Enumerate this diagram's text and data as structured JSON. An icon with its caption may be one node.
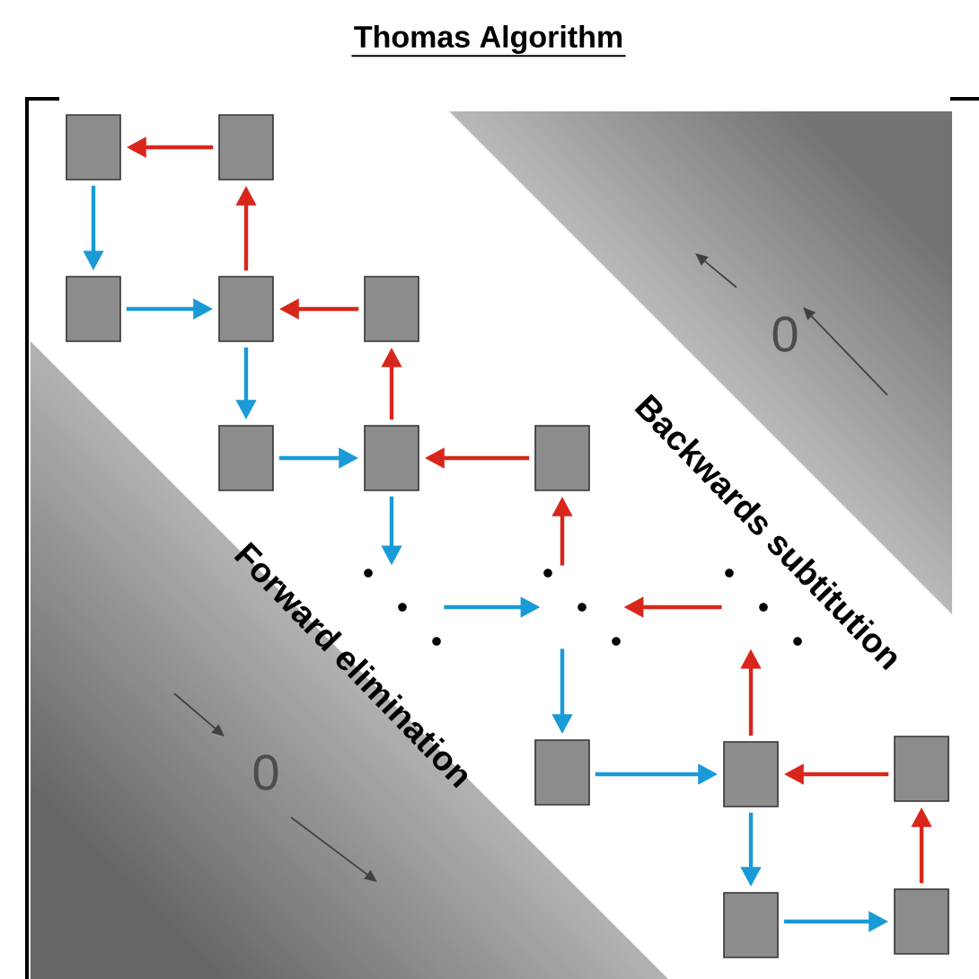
{
  "diagram": {
    "title": "Thomas Algorithm",
    "nodes": [
      {
        "text": [],
        "shape": "box"
      },
      {
        "text": [],
        "shape": "box"
      },
      {
        "text": [],
        "shape": "box"
      },
      {
        "text": [],
        "shape": "box"
      },
      {
        "text": [],
        "shape": "box"
      },
      {
        "text": [],
        "shape": "box"
      },
      {
        "text": [],
        "shape": "box"
      },
      {
        "text": [],
        "shape": "box"
      },
      {
        "text": [],
        "shape": "ellipsis"
      },
      {
        "text": [],
        "shape": "ellipsis"
      },
      {
        "text": [],
        "shape": "ellipsis"
      },
      {
        "text": [],
        "shape": "box"
      },
      {
        "text": [],
        "shape": "box"
      },
      {
        "text": [],
        "shape": "box"
      },
      {
        "text": [],
        "shape": "box"
      },
      {
        "text": [],
        "shape": "box"
      }
    ],
    "edges": [
      {
        "from": 1,
        "to": 0,
        "arrow": "to",
        "color": "#d9261c"
      },
      {
        "from": 0,
        "to": 2,
        "arrow": "to",
        "color": "#1a9ad6"
      },
      {
        "from": 3,
        "to": 1,
        "arrow": "to",
        "color": "#d9261c"
      },
      {
        "from": 2,
        "to": 3,
        "arrow": "to",
        "color": "#1a9ad6"
      },
      {
        "from": 4,
        "to": 3,
        "arrow": "to",
        "color": "#d9261c"
      },
      {
        "from": 3,
        "to": 5,
        "arrow": "to",
        "color": "#1a9ad6"
      },
      {
        "from": 6,
        "to": 4,
        "arrow": "to",
        "color": "#d9261c"
      },
      {
        "from": 5,
        "to": 6,
        "arrow": "to",
        "color": "#1a9ad6"
      },
      {
        "from": 7,
        "to": 6,
        "arrow": "to",
        "color": "#d9261c"
      },
      {
        "from": 6,
        "to": 8,
        "arrow": "to",
        "color": "#1a9ad6"
      },
      {
        "from": 9,
        "to": 7,
        "arrow": "to",
        "color": "#d9261c"
      },
      {
        "from": 8,
        "to": 9,
        "arrow": "to",
        "color": "#1a9ad6"
      },
      {
        "from": 10,
        "to": 9,
        "arrow": "to",
        "color": "#d9261c"
      },
      {
        "from": 9,
        "to": 11,
        "arrow": "to",
        "color": "#1a9ad6"
      },
      {
        "from": 12,
        "to": 10,
        "arrow": "to",
        "color": "#d9261c"
      },
      {
        "from": 11,
        "to": 12,
        "arrow": "to",
        "color": "#1a9ad6"
      },
      {
        "from": 13,
        "to": 12,
        "arrow": "to",
        "color": "#d9261c"
      },
      {
        "from": 12,
        "to": 14,
        "arrow": "to",
        "color": "#1a9ad6"
      },
      {
        "from": 15,
        "to": 13,
        "arrow": "to",
        "color": "#d9261c"
      },
      {
        "from": 14,
        "to": 15,
        "arrow": "to",
        "color": "#1a9ad6"
      }
    ],
    "labels": [
      "0",
      "Backwards subtitution",
      "Forward elimination",
      "0"
    ]
  }
}
